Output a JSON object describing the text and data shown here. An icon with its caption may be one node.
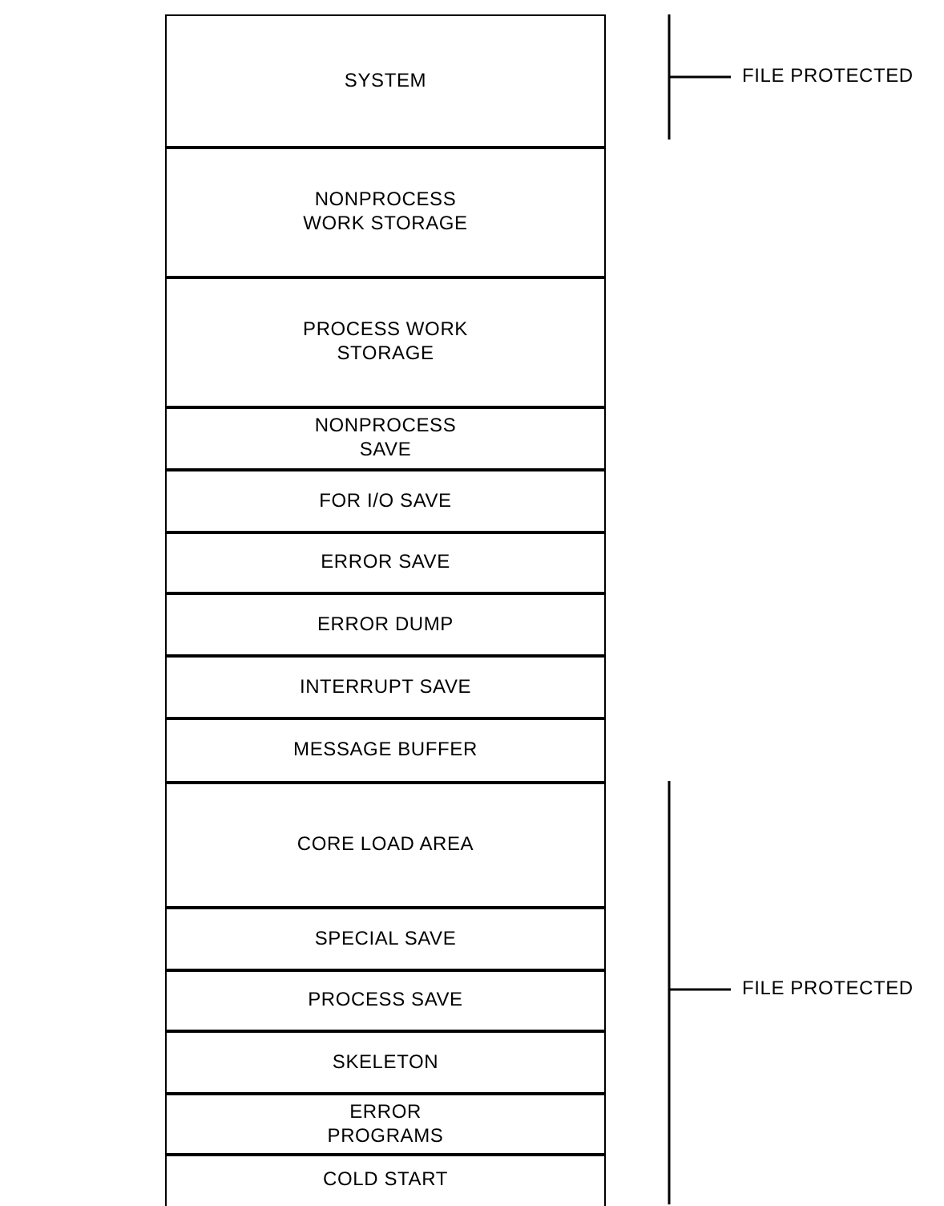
{
  "diagram": {
    "nodes": [
      {
        "text": [
          "SYSTEM"
        ]
      },
      {
        "text": [
          "NONPROCESS WORK STORAGE"
        ]
      },
      {
        "text": [
          "PROCESS WORK STORAGE"
        ]
      },
      {
        "text": [
          "NONPROCESS SAVE"
        ]
      },
      {
        "text": [
          "FOR I/O SAVE"
        ]
      },
      {
        "text": [
          "ERROR SAVE"
        ]
      },
      {
        "text": [
          "ERROR DUMP"
        ]
      },
      {
        "text": [
          "INTERRUPT SAVE"
        ]
      },
      {
        "text": [
          "MESSAGE BUFFER"
        ]
      },
      {
        "text": [
          "CORE LOAD AREA"
        ]
      },
      {
        "text": [
          "SPECIAL SAVE"
        ]
      },
      {
        "text": [
          "PROCESS SAVE"
        ]
      },
      {
        "text": [
          "SKELETON"
        ]
      },
      {
        "text": [
          "ERROR PROGRAMS"
        ]
      },
      {
        "text": [
          "COLD START"
        ]
      }
    ],
    "edges": [],
    "labels": [
      "FILE PROTECTED",
      "FILE PROTECTED"
    ]
  }
}
